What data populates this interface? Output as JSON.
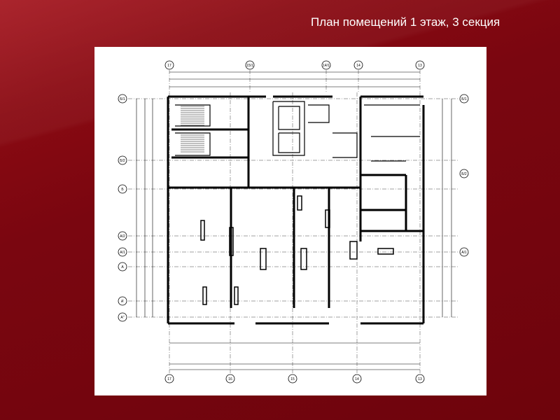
{
  "slide": {
    "title": "План помещений 1 этаж, 3 секция"
  },
  "plan": {
    "axes_top": [
      "17",
      "15/1",
      "14/1",
      "14",
      "13"
    ],
    "axes_bottom": [
      "17",
      "16",
      "15",
      "14",
      "13"
    ],
    "axes_left": [
      "Б/1",
      "Б/2",
      "Б",
      "А/2",
      "А/1",
      "А",
      "А'",
      "А''"
    ],
    "axes_right": [
      "Б/1",
      "Б/2",
      "А/1"
    ],
    "line_color": "#000000",
    "sheet_color": "#ffffff",
    "background_color": "#7a0610"
  }
}
